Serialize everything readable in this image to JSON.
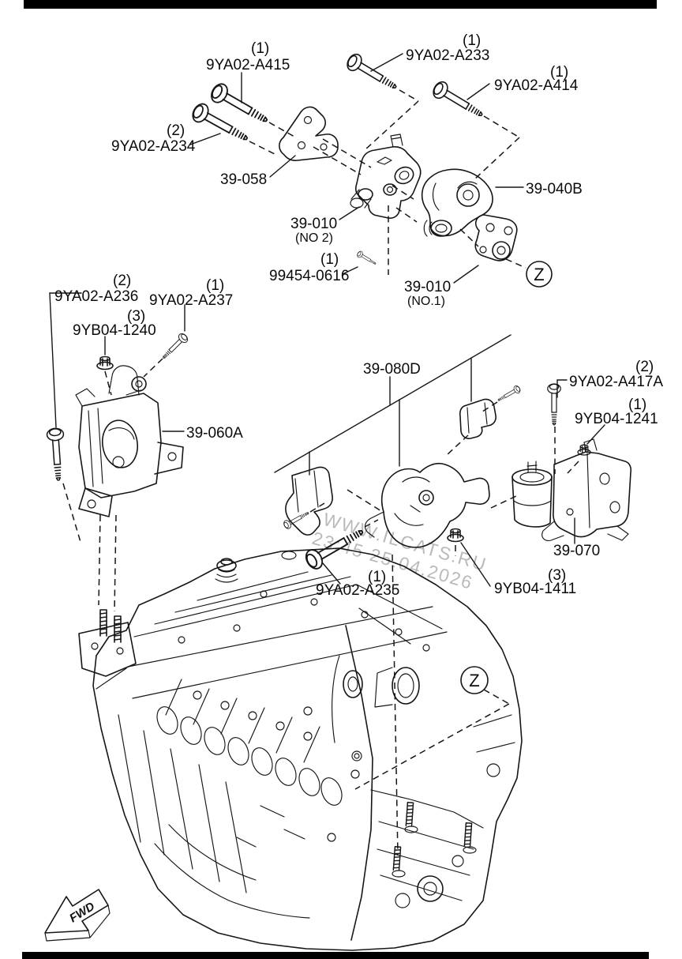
{
  "page": {
    "type": "exploded-parts-diagram",
    "subject": "engine and transmission mounting"
  },
  "watermark": {
    "line1": "WWW.ILCATS.RU",
    "line2": "23:45 25.04.2026"
  },
  "view_markers": {
    "top": "Z",
    "bottom": "Z"
  },
  "direction_arrow": {
    "label": "FWD"
  },
  "parts": [
    {
      "id": "9YA02-A415",
      "qty": "(1)"
    },
    {
      "id": "9YA02-A233",
      "qty": "(1)"
    },
    {
      "id": "9YA02-A414",
      "qty": "(1)"
    },
    {
      "id": "9YA02-A234",
      "qty": "(2)"
    },
    {
      "id": "39-058",
      "qty": ""
    },
    {
      "id": "39-040B",
      "qty": ""
    },
    {
      "id": "39-010",
      "qty": "",
      "note": "(NO 2)"
    },
    {
      "id": "99454-0616",
      "qty": "(1)"
    },
    {
      "id": "39-010",
      "qty": "",
      "note": "(NO.1)"
    },
    {
      "id": "9YA02-A236",
      "qty": "(2)"
    },
    {
      "id": "9YA02-A237",
      "qty": "(1)"
    },
    {
      "id": "9YB04-1240",
      "qty": "(3)"
    },
    {
      "id": "39-060A",
      "qty": ""
    },
    {
      "id": "39-080D",
      "qty": ""
    },
    {
      "id": "9YA02-A417A",
      "qty": "(2)"
    },
    {
      "id": "9YB04-1241",
      "qty": "(1)"
    },
    {
      "id": "39-070",
      "qty": ""
    },
    {
      "id": "9YA02-A235",
      "qty": "(1)"
    },
    {
      "id": "9YB04-1411",
      "qty": "(3)"
    }
  ]
}
